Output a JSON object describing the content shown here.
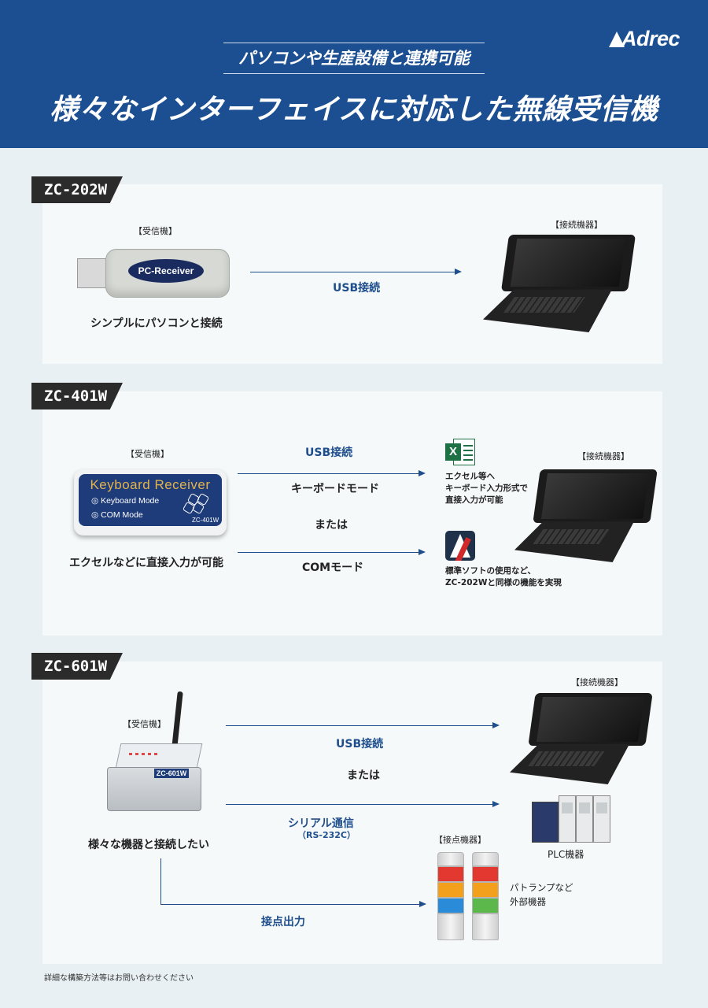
{
  "header": {
    "logo": "Adrec",
    "subtitle": "パソコンや生産設備と連携可能",
    "title": "様々なインターフェイスに対応した無線受信機"
  },
  "zc202w": {
    "tag": "ZC-202W",
    "receiver_label": "【受信機】",
    "device_text": "PC-Receiver",
    "caption": "シンプルにパソコンと接続",
    "connection": "USB接続",
    "target_label": "【接続機器】"
  },
  "zc401w": {
    "tag": "ZC-401W",
    "receiver_label": "【受信機】",
    "device_title": "Keyboard Receiver",
    "device_mode1": "Keyboard Mode",
    "device_mode2": "COM Mode",
    "device_model": "ZC-401W",
    "caption": "エクセルなどに直接入力が可能",
    "usb": "USB接続",
    "keyboard_mode": "キーボードモード",
    "or": "または",
    "com_mode": "COMモード",
    "excel_note_1": "エクセル等へ",
    "excel_note_2": "キーボード入力形式で",
    "excel_note_3": "直接入力が可能",
    "app_note_1": "標準ソフトの使用など、",
    "app_note_2": "ZC-202Wと同様の機能を実現",
    "target_label": "【接続機器】"
  },
  "zc601w": {
    "tag": "ZC-601W",
    "receiver_label": "【受信機】",
    "device_label": "ZC-601W",
    "caption": "様々な機器と接続したい",
    "usb": "USB接続",
    "or": "または",
    "serial": "シリアル通信",
    "serial_sub": "（RS-232C）",
    "contact_out": "接点出力",
    "target_label": "【接続機器】",
    "plc_label": "PLC機器",
    "contact_label": "【接点機器】",
    "tower_note_1": "パトランプなど",
    "tower_note_2": "外部機器"
  },
  "footnote": "詳細な構築方法等はお問い合わせください",
  "colors": {
    "header": "#1b4f92",
    "arrow": "#1f4e8c",
    "background": "#e9f0f3"
  }
}
